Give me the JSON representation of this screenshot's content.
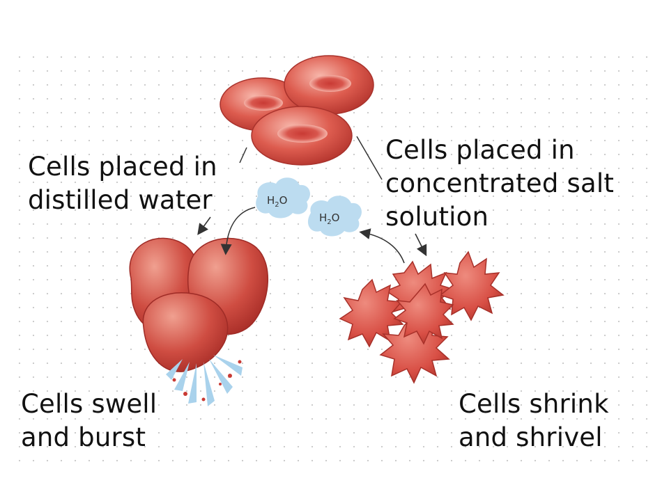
{
  "labels": {
    "distilled_water": [
      "Cells placed in",
      "distilled water"
    ],
    "salt_solution": [
      "Cells placed in",
      "concentrated salt",
      "solution"
    ],
    "swell_burst": [
      "Cells swell",
      "and burst"
    ],
    "shrink_shrivel": [
      "Cells shrink",
      "and shrivel"
    ]
  },
  "molecules": {
    "water_left": {
      "symbol": "H",
      "subscript": "2",
      "suffix": "O"
    },
    "water_right": {
      "symbol": "H",
      "subscript": "2",
      "suffix": "O"
    }
  },
  "colors": {
    "cell_fill": "#d9564a",
    "cell_dark": "#b8352f",
    "cell_light": "#f3a79b",
    "water_cloud": "#bcdcf0",
    "burst_spray": "#a9d2ec",
    "arrow": "#333333"
  }
}
